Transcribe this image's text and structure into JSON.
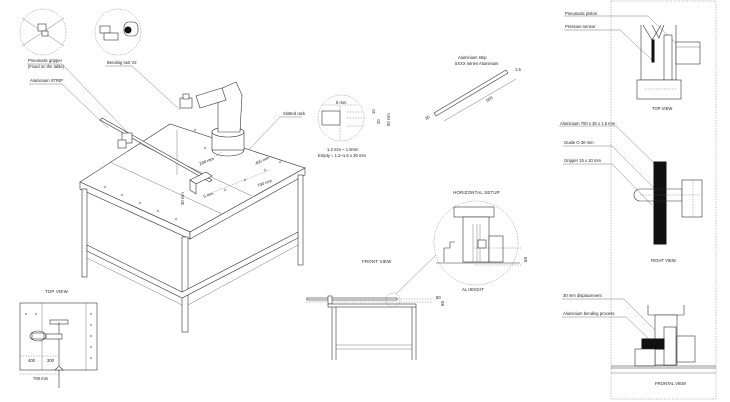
{
  "iso_view": {
    "gripper_label": "Pneumatic gripper",
    "gripper_sub": "(Fixed on the table)",
    "bending_tool_label": "Bending tool V2",
    "strip_label": "Aluminium STRIP",
    "rack_label": "Slotted rack",
    "dim_200": "200 mm",
    "dim_400": "400 mm",
    "dim_700": "700 mm",
    "dim_30": "30 mm",
    "dim_5": "5 mm"
  },
  "slot_detail": {
    "width": "5 mm",
    "d10": "10",
    "d20": "20",
    "d50": "50 mm",
    "thickness": "1.2 mm ~ 1.5mm",
    "empty": "Empty = 1.2~1.6 x 30 mm"
  },
  "strip_detail": {
    "title": "Aluminium strip",
    "subtitle": "5XXX series Aluminium",
    "thickness": "1.5",
    "length": "500",
    "width": "30"
  },
  "top_view_small": {
    "title": "TOP VIEW",
    "dim_400": "400",
    "dim_300": "300",
    "dim_700": "700 mm"
  },
  "front_view": {
    "title": "FRONT VIEW",
    "horizontal_setup": "HORIZONTAL SETUP",
    "al_height": "AL HEIGHT",
    "dim_60_detail": "60",
    "dim_60": "60"
  },
  "right_panel": {
    "piston": "Pneumatic piston",
    "sensor": "Pressure sensor",
    "top_view": "TOP VIEW",
    "aluminium": "Aluminium 700 x 30 x 1.5 mm",
    "guide": "Guide O 30 mm",
    "gripper": "Gripper 15 x 10 mm",
    "right_view": "RIGHT VIEW",
    "displacement": "30 mm displacement",
    "bending": "Aluminium bending process",
    "frontal_view": "FRONTAL VIEW"
  }
}
